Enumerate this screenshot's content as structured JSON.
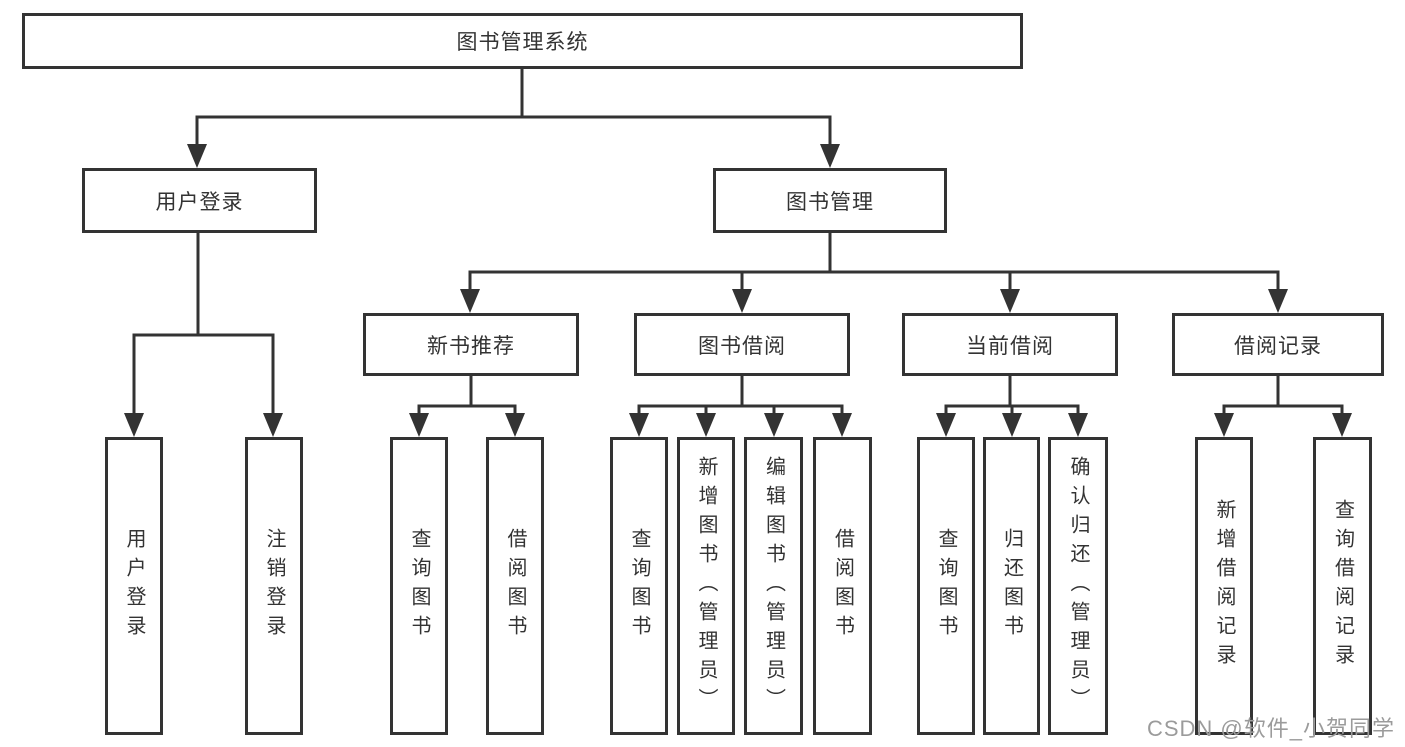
{
  "diagram": {
    "type": "tree",
    "tree": {
      "root": {
        "label": "图书管理系统",
        "children": [
          {
            "label": "用户登录",
            "children": [
              {
                "label": "用户登录"
              },
              {
                "label": "注销登录"
              }
            ]
          },
          {
            "label": "图书管理",
            "children": [
              {
                "label": "新书推荐",
                "children": [
                  {
                    "label": "查询图书"
                  },
                  {
                    "label": "借阅图书"
                  }
                ]
              },
              {
                "label": "图书借阅",
                "children": [
                  {
                    "label": "查询图书"
                  },
                  {
                    "label": "新增图书（管理员）"
                  },
                  {
                    "label": "编辑图书（管理员）"
                  },
                  {
                    "label": "借阅图书"
                  }
                ]
              },
              {
                "label": "当前借阅",
                "children": [
                  {
                    "label": "查询图书"
                  },
                  {
                    "label": "归还图书"
                  },
                  {
                    "label": "确认归还（管理员）"
                  }
                ]
              },
              {
                "label": "借阅记录",
                "children": [
                  {
                    "label": "新增借阅记录"
                  },
                  {
                    "label": "查询借阅记录"
                  }
                ]
              }
            ]
          }
        ]
      }
    },
    "colors": {
      "line": "#333333",
      "text": "#333333",
      "background": "#ffffff",
      "watermark": "#9b9b9b"
    }
  },
  "watermark": {
    "text": "CSDN @软件_小贺同学"
  }
}
